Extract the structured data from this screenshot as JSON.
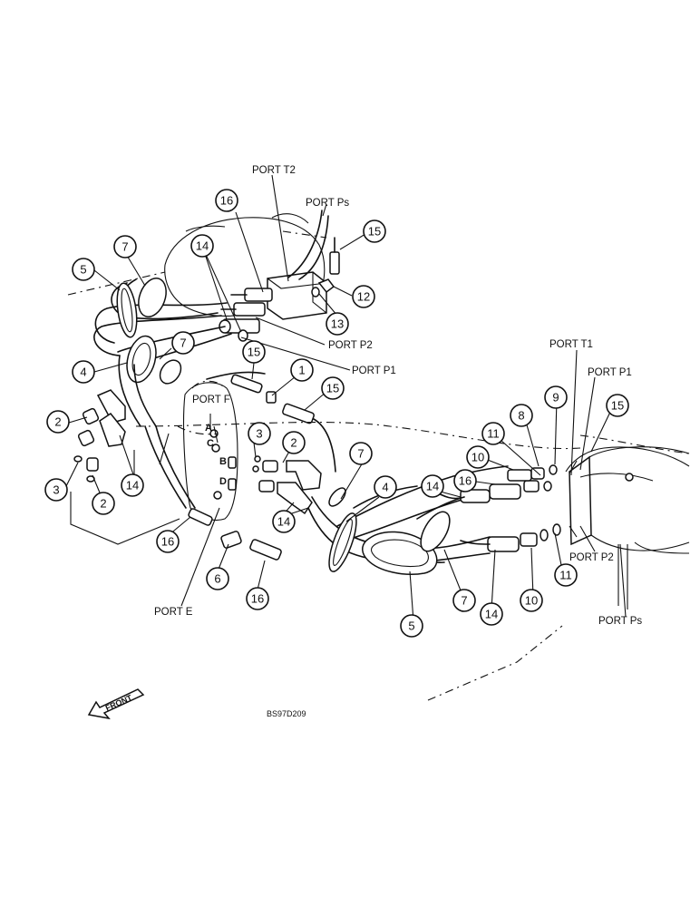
{
  "callouts": [
    "1",
    "2",
    "2",
    "2",
    "3",
    "3",
    "4",
    "4",
    "5",
    "5",
    "6",
    "7",
    "7",
    "7",
    "7",
    "8",
    "9",
    "10",
    "10",
    "11",
    "11",
    "12",
    "13",
    "14",
    "14",
    "14",
    "14",
    "14",
    "15",
    "15",
    "15",
    "15",
    "16",
    "16",
    "16",
    "16"
  ],
  "ports": {
    "t2": "PORT T2",
    "ps_top": "PORT Ps",
    "p2_top": "PORT P2",
    "p1_top": "PORT P1",
    "f": "PORT F",
    "e": "PORT E",
    "t1": "PORT T1",
    "p1_right": "PORT P1",
    "p2_right": "PORT P2",
    "ps_right": "PORT Ps"
  },
  "port_letters": [
    "A",
    "C",
    "B",
    "D"
  ],
  "figure_code": "BS97D209",
  "front_label": "FRONT"
}
